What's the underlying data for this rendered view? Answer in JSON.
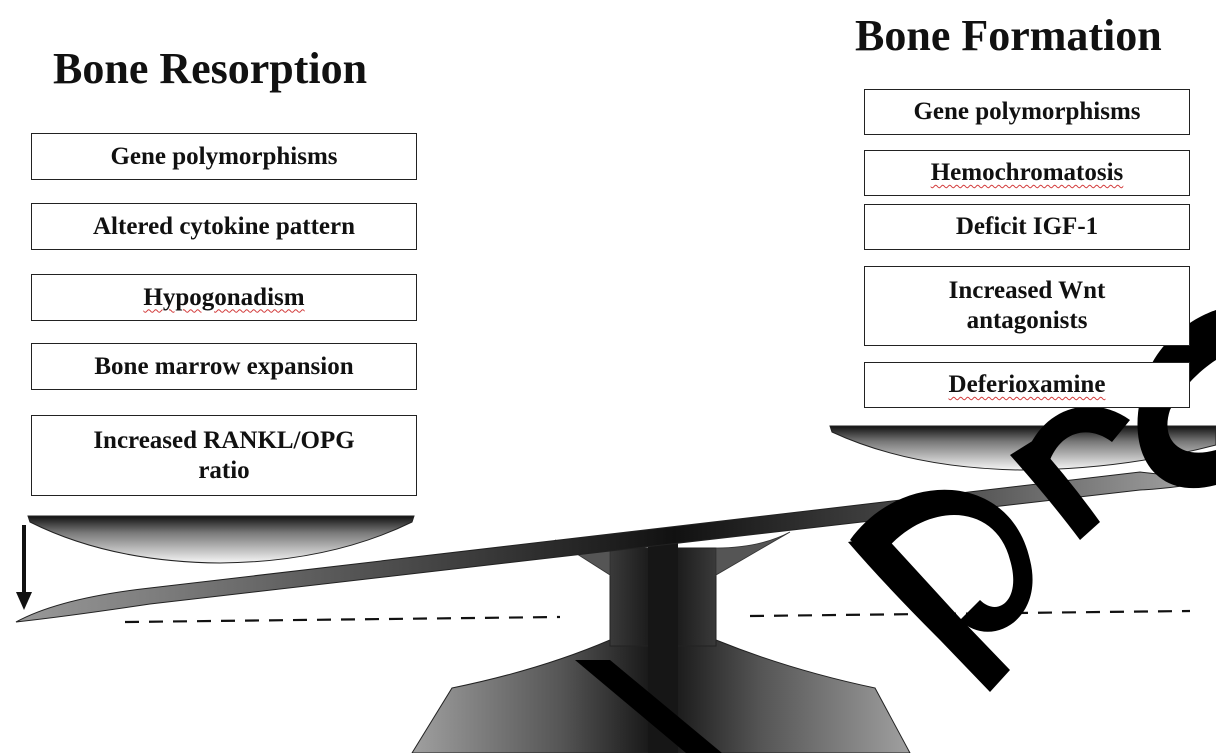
{
  "left": {
    "title": "Bone Resorption",
    "factors": [
      "Gene polymorphisms",
      "Altered cytokine pattern",
      "Hypogonadism",
      "Bone marrow expansion",
      "Increased RANKL/OPG ratio"
    ]
  },
  "right": {
    "title": "Bone Formation",
    "factors": [
      "Gene polymorphisms",
      "Hemochromatosis",
      "Deficit IGF-1",
      "Increased Wnt antagonists",
      "Deferioxamine"
    ]
  },
  "watermark": "proof",
  "colors": {
    "beam_dark": "#111111",
    "beam_light": "#bdbdbd",
    "pan_light": "#f2f2f2",
    "box_border": "#222222",
    "spellcheck_underline": "#d23b3b"
  }
}
